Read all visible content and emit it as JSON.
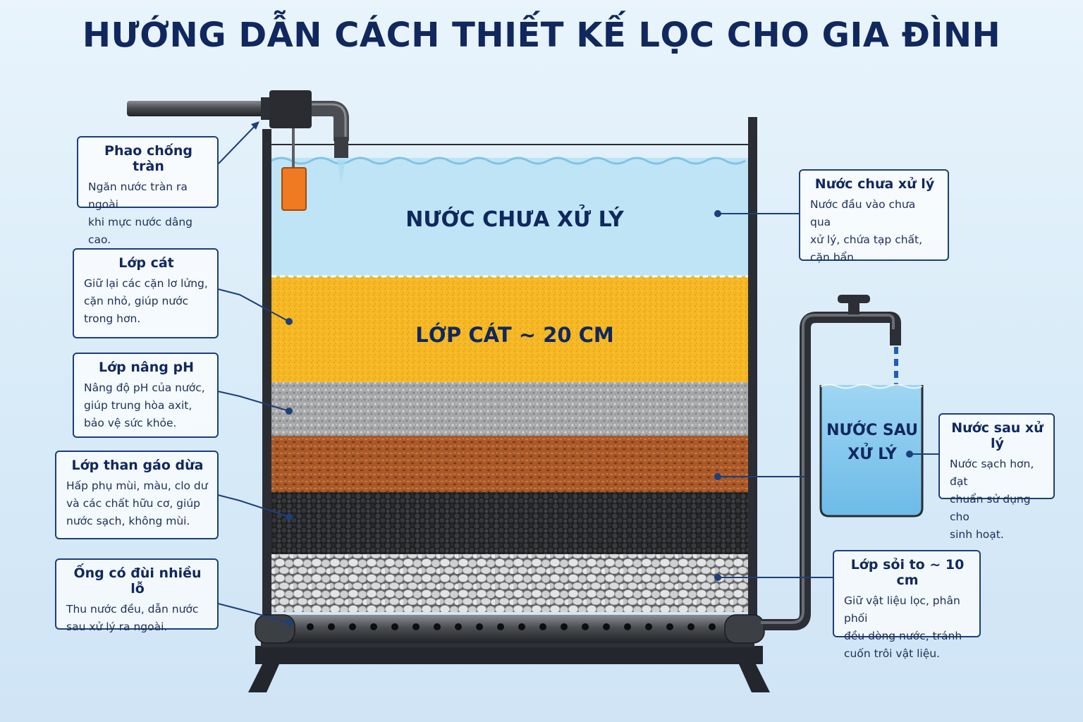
{
  "title": "HƯỚNG DẪN CÁCH THIẾT KẾ LỌC CHO GIA ĐÌNH",
  "tank_labels": {
    "water": "NƯỚC CHƯA XỬ LÝ",
    "sand": "LỚP CÁT ~ 20 CM",
    "output_line1": "NƯỚC SAU",
    "output_line2": "XỬ LÝ"
  },
  "callouts": {
    "float_valve": {
      "title": "Phao chống tràn",
      "lines": [
        "Ngăn nước tràn ra ngoài",
        "khi mực nước dâng cao."
      ]
    },
    "sand": {
      "title": "Lớp cát",
      "lines": [
        "Giữ lại các cặn lơ lửng,",
        "cặn nhỏ, giúp nước",
        "trong hơn."
      ]
    },
    "ph": {
      "title": "Lớp nâng pH",
      "lines": [
        "Nâng độ pH của nước,",
        "giúp trung hòa axit,",
        "bảo vệ sức khỏe."
      ]
    },
    "charcoal": {
      "title": "Lớp than gáo dừa",
      "lines": [
        "Hấp phụ mùi, màu, clo dư",
        "và các chất hữu cơ, giúp",
        "nước sạch, không mùi."
      ]
    },
    "pipe": {
      "title": "Ống có đùi nhiều lỗ",
      "lines": [
        "Thu nước đều, dẫn nước",
        "sau xử lý ra ngoài."
      ]
    },
    "raw_water": {
      "title": "Nước chưa xử lý",
      "lines": [
        "Nước đầu vào chưa qua",
        "xử lý, chứa tạp chất,",
        "cặn bẩn."
      ]
    },
    "clean_water": {
      "title": "Nước sau xử lý",
      "lines": [
        "Nước sạch hơn, đạt",
        "chuẩn sử dụng cho",
        "sinh hoạt."
      ]
    },
    "gravel": {
      "title": "Lớp sỏi to ~ 10 cm",
      "lines": [
        "Giữ vật liệu lọc, phân phối",
        "đều dòng nước, tránh",
        "cuốn trôi vật liệu."
      ]
    }
  },
  "colors": {
    "navy": "#10285e",
    "water": "#bfe4f6",
    "sand": "#f6b824",
    "ph_layer": "#a6a8aa",
    "brown_layer": "#a9582a",
    "charcoal": "#2c2d2f",
    "gravel": "#d3d4d5",
    "float": "#f07a22"
  }
}
